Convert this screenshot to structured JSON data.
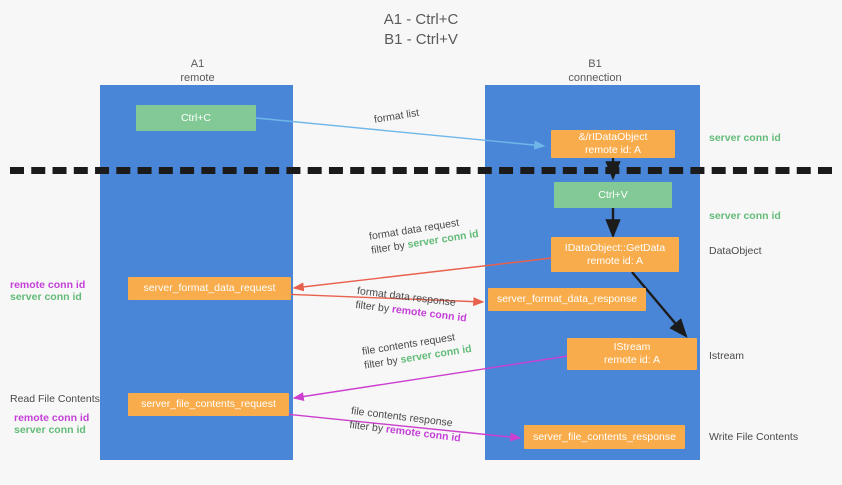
{
  "title": {
    "line1": "A1 - Ctrl+C",
    "line2": "B1 - Ctrl+V"
  },
  "lanes": [
    {
      "id": "a1",
      "name": "A1",
      "subtitle": "remote"
    },
    {
      "id": "b1",
      "name": "B1",
      "subtitle": "connection"
    }
  ],
  "nodes": {
    "ctrl_c": {
      "label": "Ctrl+C",
      "color": "#82c995"
    },
    "ctrl_v": {
      "label": "Ctrl+V",
      "color": "#82c995"
    },
    "ole_idataobject": {
      "line1": "&/rIDataObject",
      "line2": "remote id: A",
      "color": "#f9ac4b"
    },
    "idataobject_getdata": {
      "line1": "IDataObject::GetData",
      "line2": "remote id: A",
      "color": "#f9ac4b"
    },
    "istream": {
      "line1": "IStream",
      "line2": "remote id: A",
      "color": "#f9ac4b"
    },
    "server_format_data_request": {
      "label": "server_format_data_request",
      "color": "#f9ac4b"
    },
    "server_format_data_response": {
      "label": "server_format_data_response",
      "color": "#f9ac4b"
    },
    "server_file_contents_request": {
      "label": "server_file_contents_request",
      "color": "#f9ac4b"
    },
    "server_file_contents_response": {
      "label": "server_file_contents_response",
      "color": "#f9ac4b"
    }
  },
  "edges": {
    "format_list": {
      "label": "format list"
    },
    "format_data_request": {
      "label": "format data request",
      "filter_prefix": "filter by ",
      "filter_value": "server conn id"
    },
    "format_data_response": {
      "label": "format data response",
      "filter_prefix": "filter by ",
      "filter_value": "remote conn id"
    },
    "file_contents_request": {
      "label": "file contents request",
      "filter_prefix": "filter by ",
      "filter_value": "server conn id"
    },
    "file_contents_response": {
      "label": "file contents response",
      "filter_prefix": "filter by ",
      "filter_value": "remote conn id"
    }
  },
  "right_labels": [
    {
      "text": "server conn id",
      "kind": "green"
    },
    {
      "text": "server conn id",
      "kind": "green"
    },
    {
      "text": "DataObject",
      "kind": "plain"
    },
    {
      "text": "Istream",
      "kind": "plain"
    },
    {
      "text": "Write File Contents",
      "kind": "plain"
    }
  ],
  "left_labels": {
    "group1": {
      "remote": "remote conn id",
      "server": "server conn id"
    },
    "group2_heading": "Read File Contents",
    "group2": {
      "remote": "remote conn id",
      "server": "server conn id"
    }
  },
  "colors": {
    "lane": "#4a86d8",
    "node_green": "#82c995",
    "node_orange": "#f9ac4b",
    "green_text": "#63bb78",
    "purple_text": "#c440d8",
    "arrow_blue": "#6fb7e8",
    "arrow_red": "#e8614d",
    "arrow_magenta": "#cc3fcf",
    "arrow_dark": "#1b1b1b",
    "background": "#f7f7f7"
  }
}
